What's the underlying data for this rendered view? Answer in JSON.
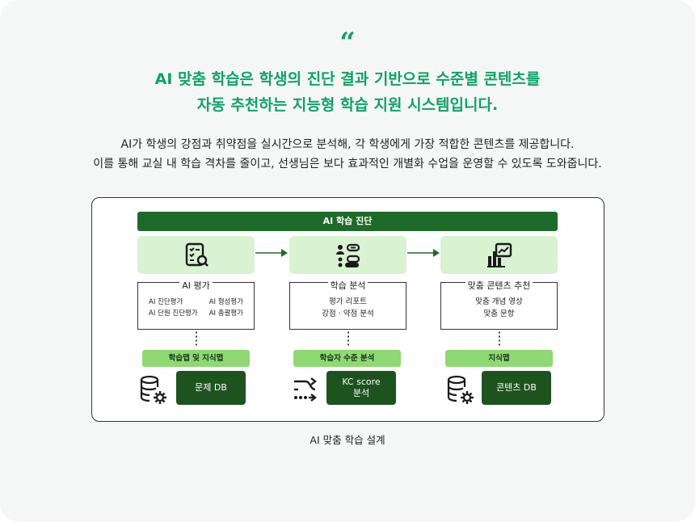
{
  "quote_mark": "“",
  "headline": {
    "line1": "AI 맞춤 학습은 학생의 진단 결과 기반으로 수준별 콘텐츠를",
    "line2": "자동 추천하는 지능형 학습 지원 시스템입니다."
  },
  "description": {
    "line1": "AI가 학생의 강점과 취약점을 실시간으로 분석해, 각 학생에게 가장 적합한 콘텐츠를 제공합니다.",
    "line2": "이를 통해 교실 내 학습 격차를 줄이고, 선생님은 보다 효과적인 개별화 수업을 운영할 수 있도록 도와줍니다."
  },
  "diagram": {
    "top_bar": "AI 학습 진단",
    "columns": [
      {
        "icon": "checklist-search-icon",
        "title": "AI 평가",
        "grid": [
          [
            "AI 진단평가",
            "AI 단원 진단평가"
          ],
          [
            "AI 형성평가",
            "AI 총괄평가"
          ]
        ],
        "chip": "학습맵 및 지식맵",
        "db_icon": "database-gear-icon",
        "db_label": "문제 DB"
      },
      {
        "icon": "analysis-list-icon",
        "title": "학습 분석",
        "lines": [
          "평가 리포트",
          "강점 · 약점 분석"
        ],
        "chip": "학습자 수준 분석",
        "db_icon": "shuffle-arrows-icon",
        "db_label_line1": "KC score",
        "db_label_line2": "분석"
      },
      {
        "icon": "chart-board-icon",
        "title": "맞춤 콘텐츠 추천",
        "lines": [
          "맞춤 개념 영상",
          "맞춤 문항"
        ],
        "chip": "지식맵",
        "db_icon": "database-gear-icon",
        "db_label": "콘텐츠 DB"
      }
    ],
    "accent_color": "#12a06a",
    "dark_green": "#1e6a2a",
    "light_green": "#d9f2d2",
    "chip_green": "#8fd873"
  },
  "caption": "AI 맞춤 학습 설계"
}
